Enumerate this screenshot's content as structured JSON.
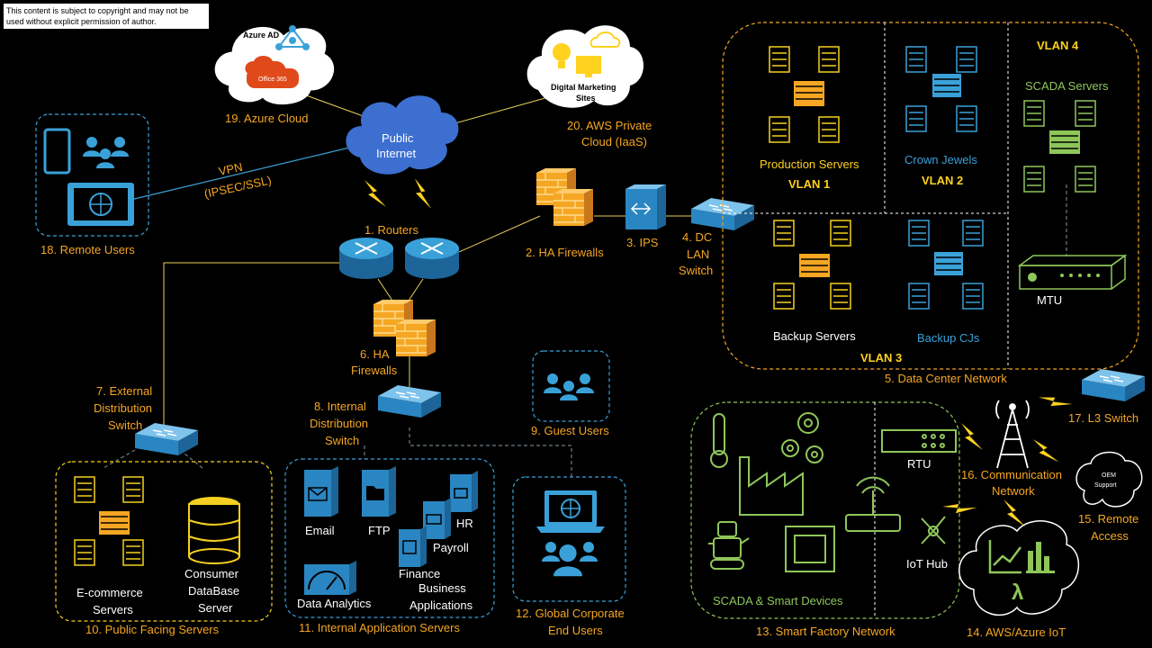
{
  "copyright": "This content is subject to copyright and may not be used without explicit permission of author.",
  "nodes": {
    "azure_cloud": {
      "title": "Azure AD",
      "sub": "Office 365",
      "label": "19. Azure Cloud"
    },
    "internet": {
      "line1": "Public",
      "line2": "Internet"
    },
    "aws_private": {
      "inner1": "Digital Marketing",
      "inner2": "Sites",
      "line1": "20. AWS Private",
      "line2": "Cloud (IaaS)"
    },
    "remote_users": {
      "label": "18. Remote Users"
    },
    "vpn": {
      "line1": "VPN",
      "line2": "(IPSEC/SSL)"
    },
    "routers": {
      "label": "1. Routers"
    },
    "ha_firewalls_2": {
      "label": "2. HA Firewalls"
    },
    "ips": {
      "label": "3. IPS"
    },
    "dc_switch": {
      "line1": "4. DC",
      "line2": "LAN",
      "line3": "Switch"
    },
    "ha_firewalls_6": {
      "line1": "6. HA",
      "line2": "Firewalls"
    },
    "external_switch": {
      "line1": "7. External",
      "line2": "Distribution",
      "line3": "Switch"
    },
    "internal_switch": {
      "line1": "8. Internal",
      "line2": "Distribution",
      "line3": "Switch"
    },
    "guest_users": {
      "label": "9. Guest Users"
    },
    "public_facing": {
      "label": "10. Public Facing Servers",
      "ecommerce1": "E-commerce",
      "ecommerce2": "Servers",
      "db1": "Consumer",
      "db2": "DataBase",
      "db3": "Server"
    },
    "internal_apps": {
      "label": "11. Internal Application Servers",
      "email": "Email",
      "ftp": "FTP",
      "hr": "HR",
      "payroll": "Payroll",
      "finance": "Finance",
      "business1": "Business",
      "business2": "Applications",
      "analytics": "Data Analytics"
    },
    "global_users": {
      "line1": "12. Global Corporate",
      "line2": "End Users"
    },
    "smart_factory": {
      "label": "13. Smart Factory Network",
      "scada": "SCADA & Smart Devices",
      "rtu": "RTU",
      "iot_hub": "IoT Hub"
    },
    "aws_iot": {
      "label": "14. AWS/Azure IoT"
    },
    "remote_access": {
      "inner1": "OEM",
      "inner2": "Support",
      "line1": "15. Remote",
      "line2": "Access"
    },
    "comm_network": {
      "line1": "16. Communication",
      "line2": "Network"
    },
    "l3_switch": {
      "label": "17. L3 Switch"
    },
    "datacenter": {
      "label": "5. Data Center Network",
      "production": "Production Servers",
      "vlan1": "VLAN 1",
      "crown": "Crown Jewels",
      "vlan2": "VLAN 2",
      "backup": "Backup Servers",
      "backup_cjs": "Backup CJs",
      "vlan3": "VLAN 3",
      "vlan4": "VLAN 4",
      "scada_servers": "SCADA Servers",
      "mtu": "MTU"
    }
  },
  "colors": {
    "background": "#000000",
    "orange": "#f5a623",
    "yellow": "#ffd21f",
    "blue": "#3aa1d8",
    "green": "#8fc65a",
    "cloud": "#3d6fd1"
  }
}
